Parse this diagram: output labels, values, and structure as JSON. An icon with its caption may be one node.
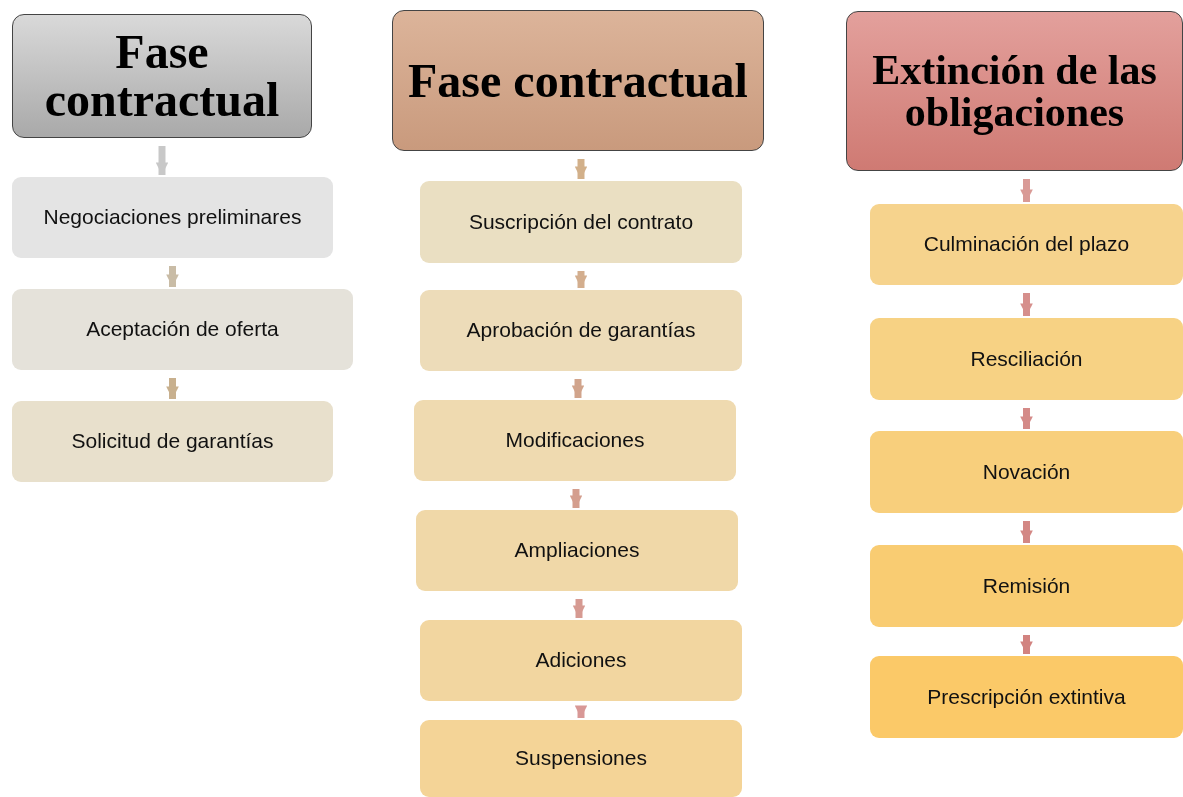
{
  "diagram": {
    "nodes": [
      {
        "text": [
          "Fase contractual"
        ]
      },
      {
        "text": [
          "Negociaciones preliminares"
        ]
      },
      {
        "text": [
          "Aceptación de oferta"
        ]
      },
      {
        "text": [
          "Solicitud de garantías"
        ]
      },
      {
        "text": [
          "Fase contractual"
        ]
      },
      {
        "text": [
          "Suscripción del contrato"
        ]
      },
      {
        "text": [
          "Aprobación de garantías"
        ]
      },
      {
        "text": [
          "Modificaciones"
        ]
      },
      {
        "text": [
          "Ampliaciones"
        ]
      },
      {
        "text": [
          "Adiciones"
        ]
      },
      {
        "text": [
          "Suspensiones"
        ]
      },
      {
        "text": [
          "Extinción de las obligaciones"
        ]
      },
      {
        "text": [
          "Culminación del plazo"
        ]
      },
      {
        "text": [
          "Resciliación"
        ]
      },
      {
        "text": [
          "Novación"
        ]
      },
      {
        "text": [
          "Remisión"
        ]
      },
      {
        "text": [
          "Prescripción extintiva"
        ]
      }
    ],
    "edges": [
      {
        "from": 0,
        "to": 1,
        "arrow": "to"
      },
      {
        "from": 1,
        "to": 2,
        "arrow": "to"
      },
      {
        "from": 2,
        "to": 3,
        "arrow": "to"
      },
      {
        "from": 4,
        "to": 5,
        "arrow": "to"
      },
      {
        "from": 5,
        "to": 6,
        "arrow": "to"
      },
      {
        "from": 6,
        "to": 7,
        "arrow": "to"
      },
      {
        "from": 7,
        "to": 8,
        "arrow": "to"
      },
      {
        "from": 8,
        "to": 9,
        "arrow": "to"
      },
      {
        "from": 9,
        "to": 10,
        "arrow": "to"
      },
      {
        "from": 11,
        "to": 12,
        "arrow": "to"
      },
      {
        "from": 12,
        "to": 13,
        "arrow": "to"
      },
      {
        "from": 13,
        "to": 14,
        "arrow": "to"
      },
      {
        "from": 14,
        "to": 15,
        "arrow": "to"
      },
      {
        "from": 15,
        "to": 16,
        "arrow": "to"
      }
    ]
  }
}
